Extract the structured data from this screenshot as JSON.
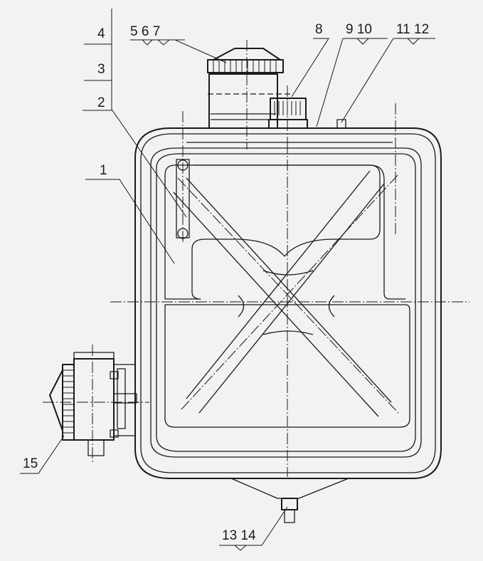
{
  "diagram": {
    "callouts": {
      "c1": "1",
      "c2": "2",
      "c3": "3",
      "c4": "4",
      "c5_6_7": "5 6 7",
      "c8": "8",
      "c9_10": "9 10",
      "c11_12": "11 12",
      "c13_14": "13 14",
      "c15": "15"
    },
    "colors": {
      "background": "#f2f2f2",
      "line": "#1a1a1a"
    }
  }
}
